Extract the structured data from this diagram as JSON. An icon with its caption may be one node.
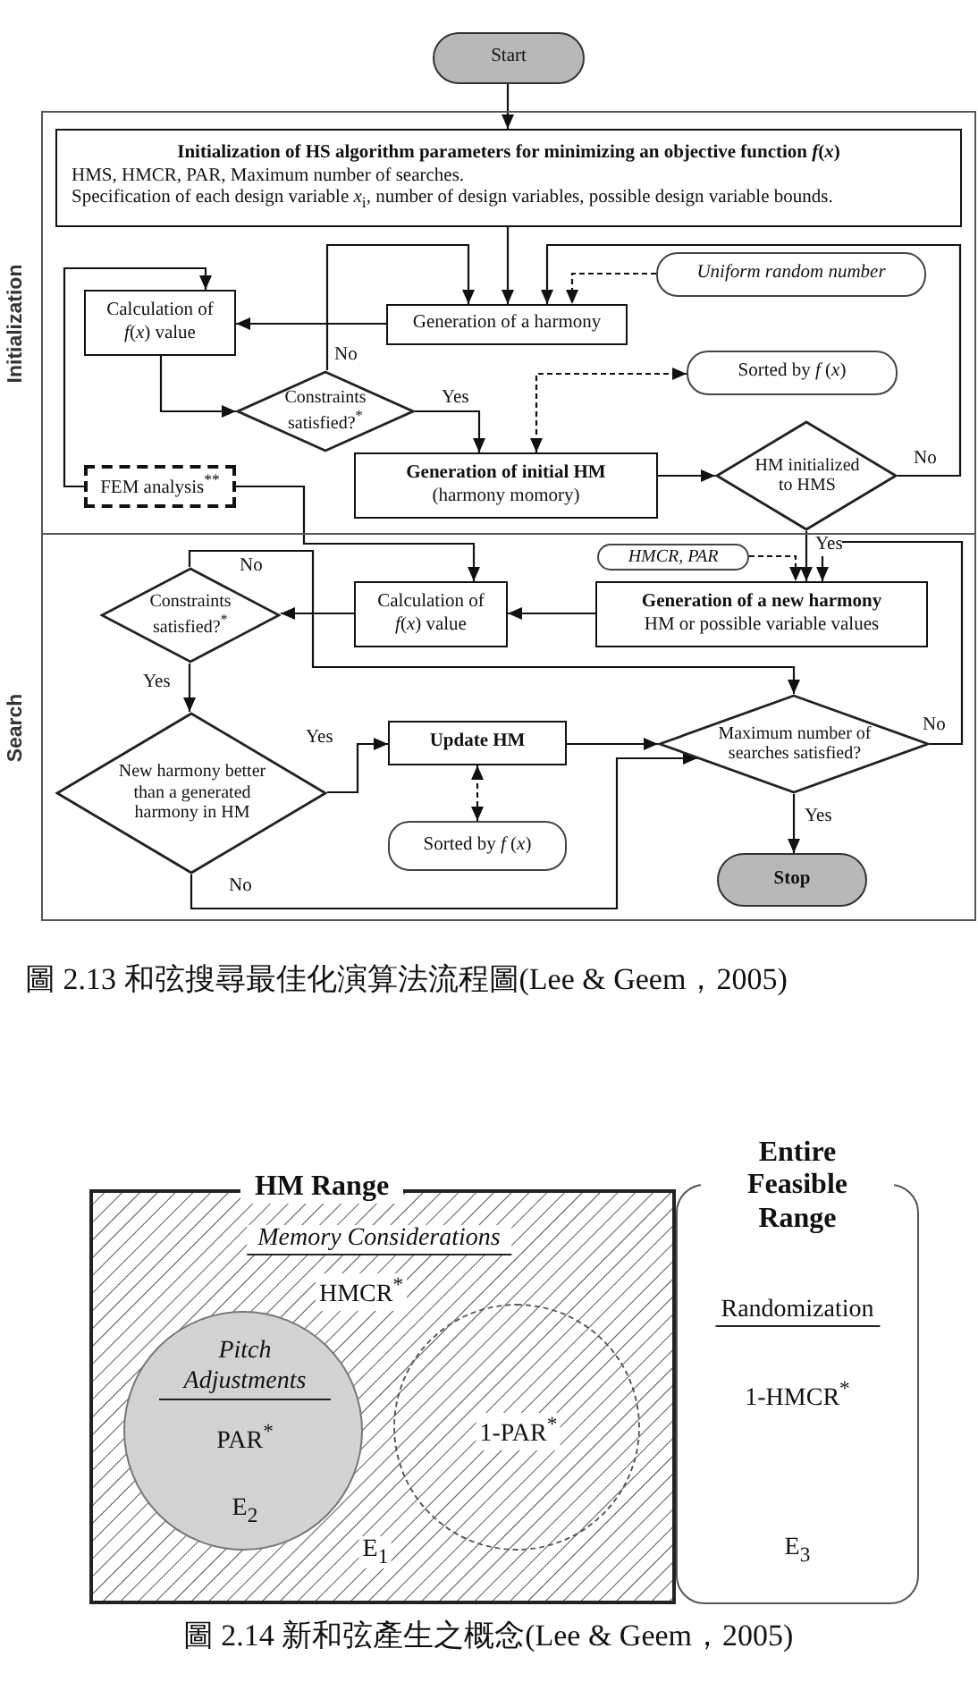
{
  "diagram": {
    "nodes": [
      {
        "text": [
          "Start"
        ]
      },
      {
        "text": [
          "Initialization"
        ]
      },
      {
        "text": [
          "Initialization of HS algorithm parameters for minimizing an objective function *f*(*x*)",
          "HMS, HMCR, PAR, Maximum number of searches.",
          "Specification of each design variable *x*$_{i}$, number of design variables,  possible design variable bounds."
        ],
        "in": 1
      },
      {
        "text": [
          "Uniform random number"
        ],
        "in": 1
      },
      {
        "text": [
          "Calculation of *f*(*x*) value"
        ],
        "in": 1
      },
      {
        "text": [
          "Generation of a harmony"
        ],
        "in": 1
      },
      {
        "text": [
          "Sorted by *f* (*x*)"
        ],
        "in": 1
      },
      {
        "text": [
          "Constraints satisfied?$^{*}$"
        ],
        "in": 1
      },
      {
        "text": [
          "HM initialized to HMS"
        ],
        "in": 1
      },
      {
        "text": [
          "FEM analysis$^{**}$"
        ],
        "in": 1
      },
      {
        "text": [
          "Generation of initial HM",
          "(harmony momory)"
        ],
        "in": 1
      },
      {
        "text": [
          "Search"
        ]
      },
      {
        "text": [
          "HMCR, PAR"
        ],
        "in": 11
      },
      {
        "text": [
          "Constraints satisfied?$^{*}$"
        ],
        "in": 11
      },
      {
        "text": [
          "Calculation of *f*(*x*) value"
        ],
        "in": 11
      },
      {
        "text": [
          "Generation of a new harmony",
          "HM or possible variable values"
        ],
        "in": 11
      },
      {
        "text": [
          "New harmony better than a generated harmony in HM"
        ],
        "in": 11
      },
      {
        "text": [
          "Update HM"
        ],
        "in": 11
      },
      {
        "text": [
          "Maximum number of searches satisfied?"
        ],
        "in": 11
      },
      {
        "text": [
          "Sorted by *f* (*x*)"
        ],
        "in": 11
      },
      {
        "text": [
          "Stop"
        ],
        "in": 11
      },
      {
        "text": [
          "HM Range",
          "Memory Considerations",
          "HMCR$^{*}$",
          "E$_{1}$"
        ]
      },
      {
        "text": [
          "Entire Feasible Range",
          "Randomization",
          "1-HMCR$^{*}$",
          "E$_{3}$"
        ]
      },
      {
        "text": [
          "Pitch Adjustments",
          "PAR$^{*}$",
          "E$_{2}$"
        ],
        "in": 21
      },
      {
        "text": [
          "1-PAR$^{*}$"
        ],
        "in": 21
      }
    ],
    "edges": [
      {
        "from": 0,
        "to": 2,
        "arrow": "to"
      },
      {
        "from": 2,
        "to": 5,
        "arrow": "to"
      },
      {
        "from": 3,
        "to": 5,
        "arrow": "to",
        "style": "dashed"
      },
      {
        "from": 5,
        "to": 4,
        "arrow": "to"
      },
      {
        "from": 9,
        "to": 4,
        "arrow": "to"
      },
      {
        "from": 9,
        "to": 14,
        "arrow": "to"
      },
      {
        "from": 4,
        "to": 7,
        "arrow": "to"
      },
      {
        "from": 7,
        "to": 10,
        "arrow": "to",
        "label": "Yes"
      },
      {
        "from": 7,
        "to": 5,
        "arrow": "to",
        "label": "No"
      },
      {
        "from": 8,
        "to": 5,
        "arrow": "to",
        "label": "No"
      },
      {
        "from": 10,
        "to": 8,
        "arrow": "to"
      },
      {
        "from": 10,
        "to": 6,
        "arrow": "both",
        "style": "dashed"
      },
      {
        "from": 8,
        "to": 15,
        "arrow": "to",
        "label": "Yes"
      },
      {
        "from": 12,
        "to": 15,
        "arrow": "to",
        "style": "dashed"
      },
      {
        "from": 15,
        "to": 14,
        "arrow": "to"
      },
      {
        "from": 14,
        "to": 13,
        "arrow": "to"
      },
      {
        "from": 13,
        "to": 16,
        "arrow": "to",
        "label": "Yes"
      },
      {
        "from": 13,
        "to": 18,
        "arrow": "to",
        "label": "No"
      },
      {
        "from": 16,
        "to": 17,
        "arrow": "to",
        "label": "Yes"
      },
      {
        "from": 17,
        "to": 19,
        "arrow": "both",
        "style": "dashed"
      },
      {
        "from": 17,
        "to": 18,
        "arrow": "to"
      },
      {
        "from": 16,
        "to": 18,
        "arrow": "to",
        "label": "No"
      },
      {
        "from": 18,
        "to": 15,
        "arrow": "to",
        "label": "No"
      },
      {
        "from": 18,
        "to": 20,
        "arrow": "to",
        "label": "Yes"
      }
    ],
    "labels": [
      "圖 2.13 和弦搜尋最佳化演算法流程圖(Lee & Geem，2005)",
      "圖 2.14 新和弦產生之概念(Lee & Geem，2005)"
    ]
  }
}
